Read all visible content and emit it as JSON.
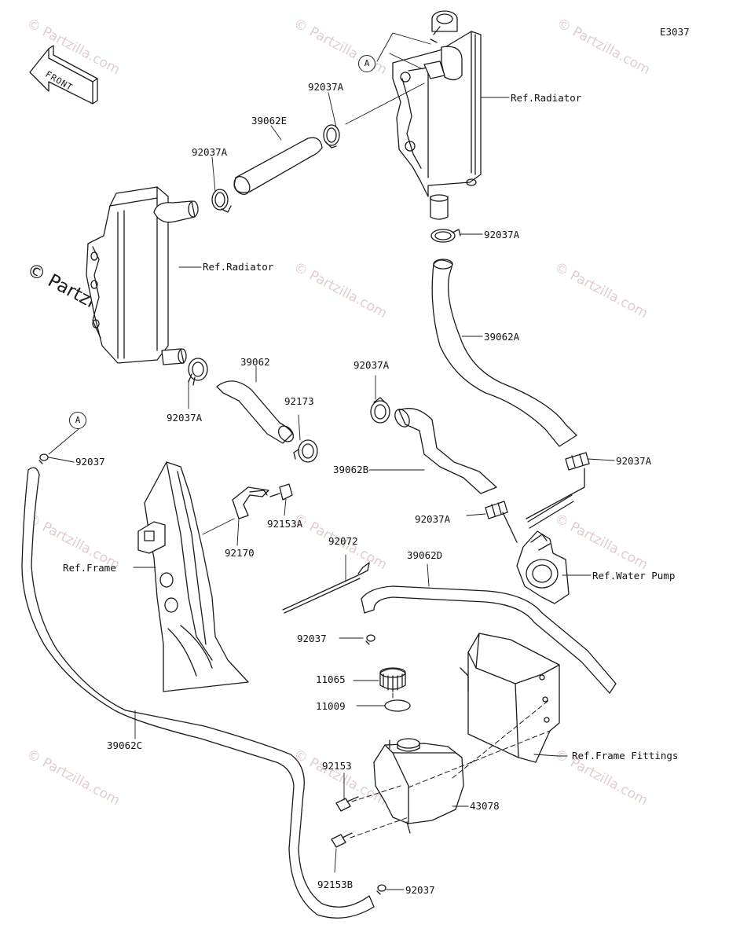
{
  "diagram_code": "E3037",
  "front_label": "FRONT",
  "callouts": {
    "a_top": "A",
    "a_left": "A"
  },
  "watermarks": [
    "© Partzilla.com"
  ],
  "labels": {
    "p92037A_top": "92037A",
    "p39062E": "39062E",
    "p92037A_left": "92037A",
    "ref_radiator_right": "Ref.Radiator",
    "ref_radiator_left": "Ref.Radiator",
    "p92037A_right1": "92037A",
    "p39062A": "39062A",
    "p39062": "39062",
    "p92037A_mid": "92037A",
    "p92037A_lower": "92037A",
    "p92173": "92173",
    "p92037_topleft": "92037",
    "p39062B": "39062B",
    "p92037A_right2": "92037A",
    "p92037A_wp": "92037A",
    "p92153A": "92153A",
    "p92170": "92170",
    "ref_water_pump": "Ref.Water Pump",
    "p92072": "92072",
    "p39062D": "39062D",
    "ref_frame": "Ref.Frame",
    "p92037_mid": "92037",
    "p11065": "11065",
    "p11009": "11009",
    "p39062C": "39062C",
    "ref_frame_fittings": "Ref.Frame Fittings",
    "p92153": "92153",
    "p43078": "43078",
    "p92153B": "92153B",
    "p92037_bottom": "92037"
  }
}
